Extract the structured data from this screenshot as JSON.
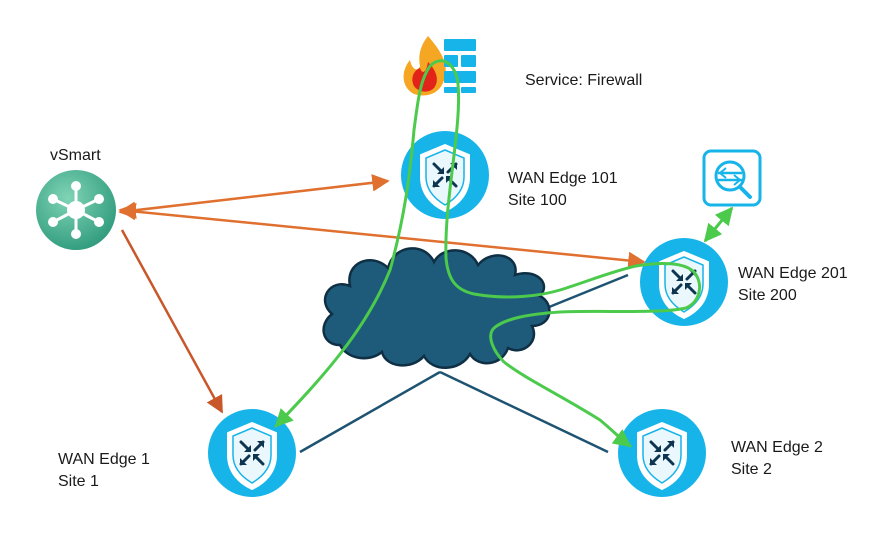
{
  "service": {
    "label": "Service: Firewall",
    "icon": "firewall-icon"
  },
  "controller": {
    "name": "vSmart",
    "icon": "vsmart-hub-icon"
  },
  "analytics": {
    "icon": "analytics-search-icon"
  },
  "edges": [
    {
      "name": "WAN Edge 101",
      "site": "Site 100"
    },
    {
      "name": "WAN Edge 201",
      "site": "Site 200"
    },
    {
      "name": "WAN Edge 1",
      "site": "Site 1"
    },
    {
      "name": "WAN Edge 2",
      "site": "Site 2"
    }
  ],
  "colors": {
    "control_link": "#e0702f",
    "control_link_dark": "#c8572a",
    "traffic_path": "#4cca4c",
    "data_link": "#1e5472",
    "cloud_fill": "#1e5b7b",
    "router_fill": "#17b4e9",
    "vsmart_fill": "#3aa88a"
  }
}
